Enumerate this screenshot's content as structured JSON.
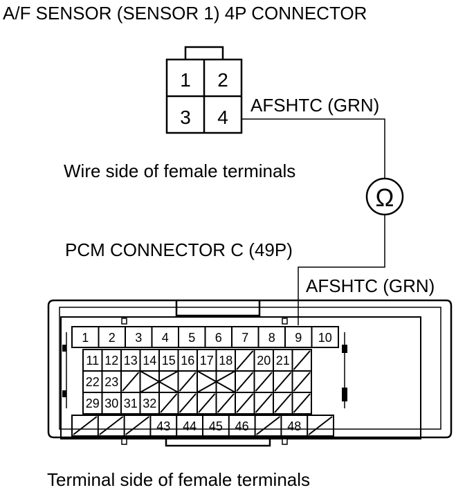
{
  "title": "A/F SENSOR (SENSOR 1) 4P CONNECTOR",
  "sensor_connector": {
    "terminals": [
      "1",
      "2",
      "3",
      "4"
    ],
    "caption": "Wire side of female terminals"
  },
  "wire_top_label": "AFSHTC (GRN)",
  "meter_symbol": "Ω",
  "pcm_connector": {
    "title": "PCM CONNECTOR C (49P)",
    "wire_label": "AFSHTC (GRN)",
    "caption": "Terminal side of female terminals",
    "row1": [
      "1",
      "2",
      "3",
      "4",
      "5",
      "6",
      "7",
      "8",
      "9",
      "10"
    ],
    "row2": [
      "11",
      "12",
      "13",
      "14",
      "15",
      "16",
      "17",
      "18",
      "",
      "20",
      "21"
    ],
    "row3": [
      "22",
      "23"
    ],
    "row4": [
      "29",
      "30",
      "31",
      "32"
    ],
    "row5": [
      "43",
      "44",
      "45",
      "46",
      "48"
    ]
  }
}
